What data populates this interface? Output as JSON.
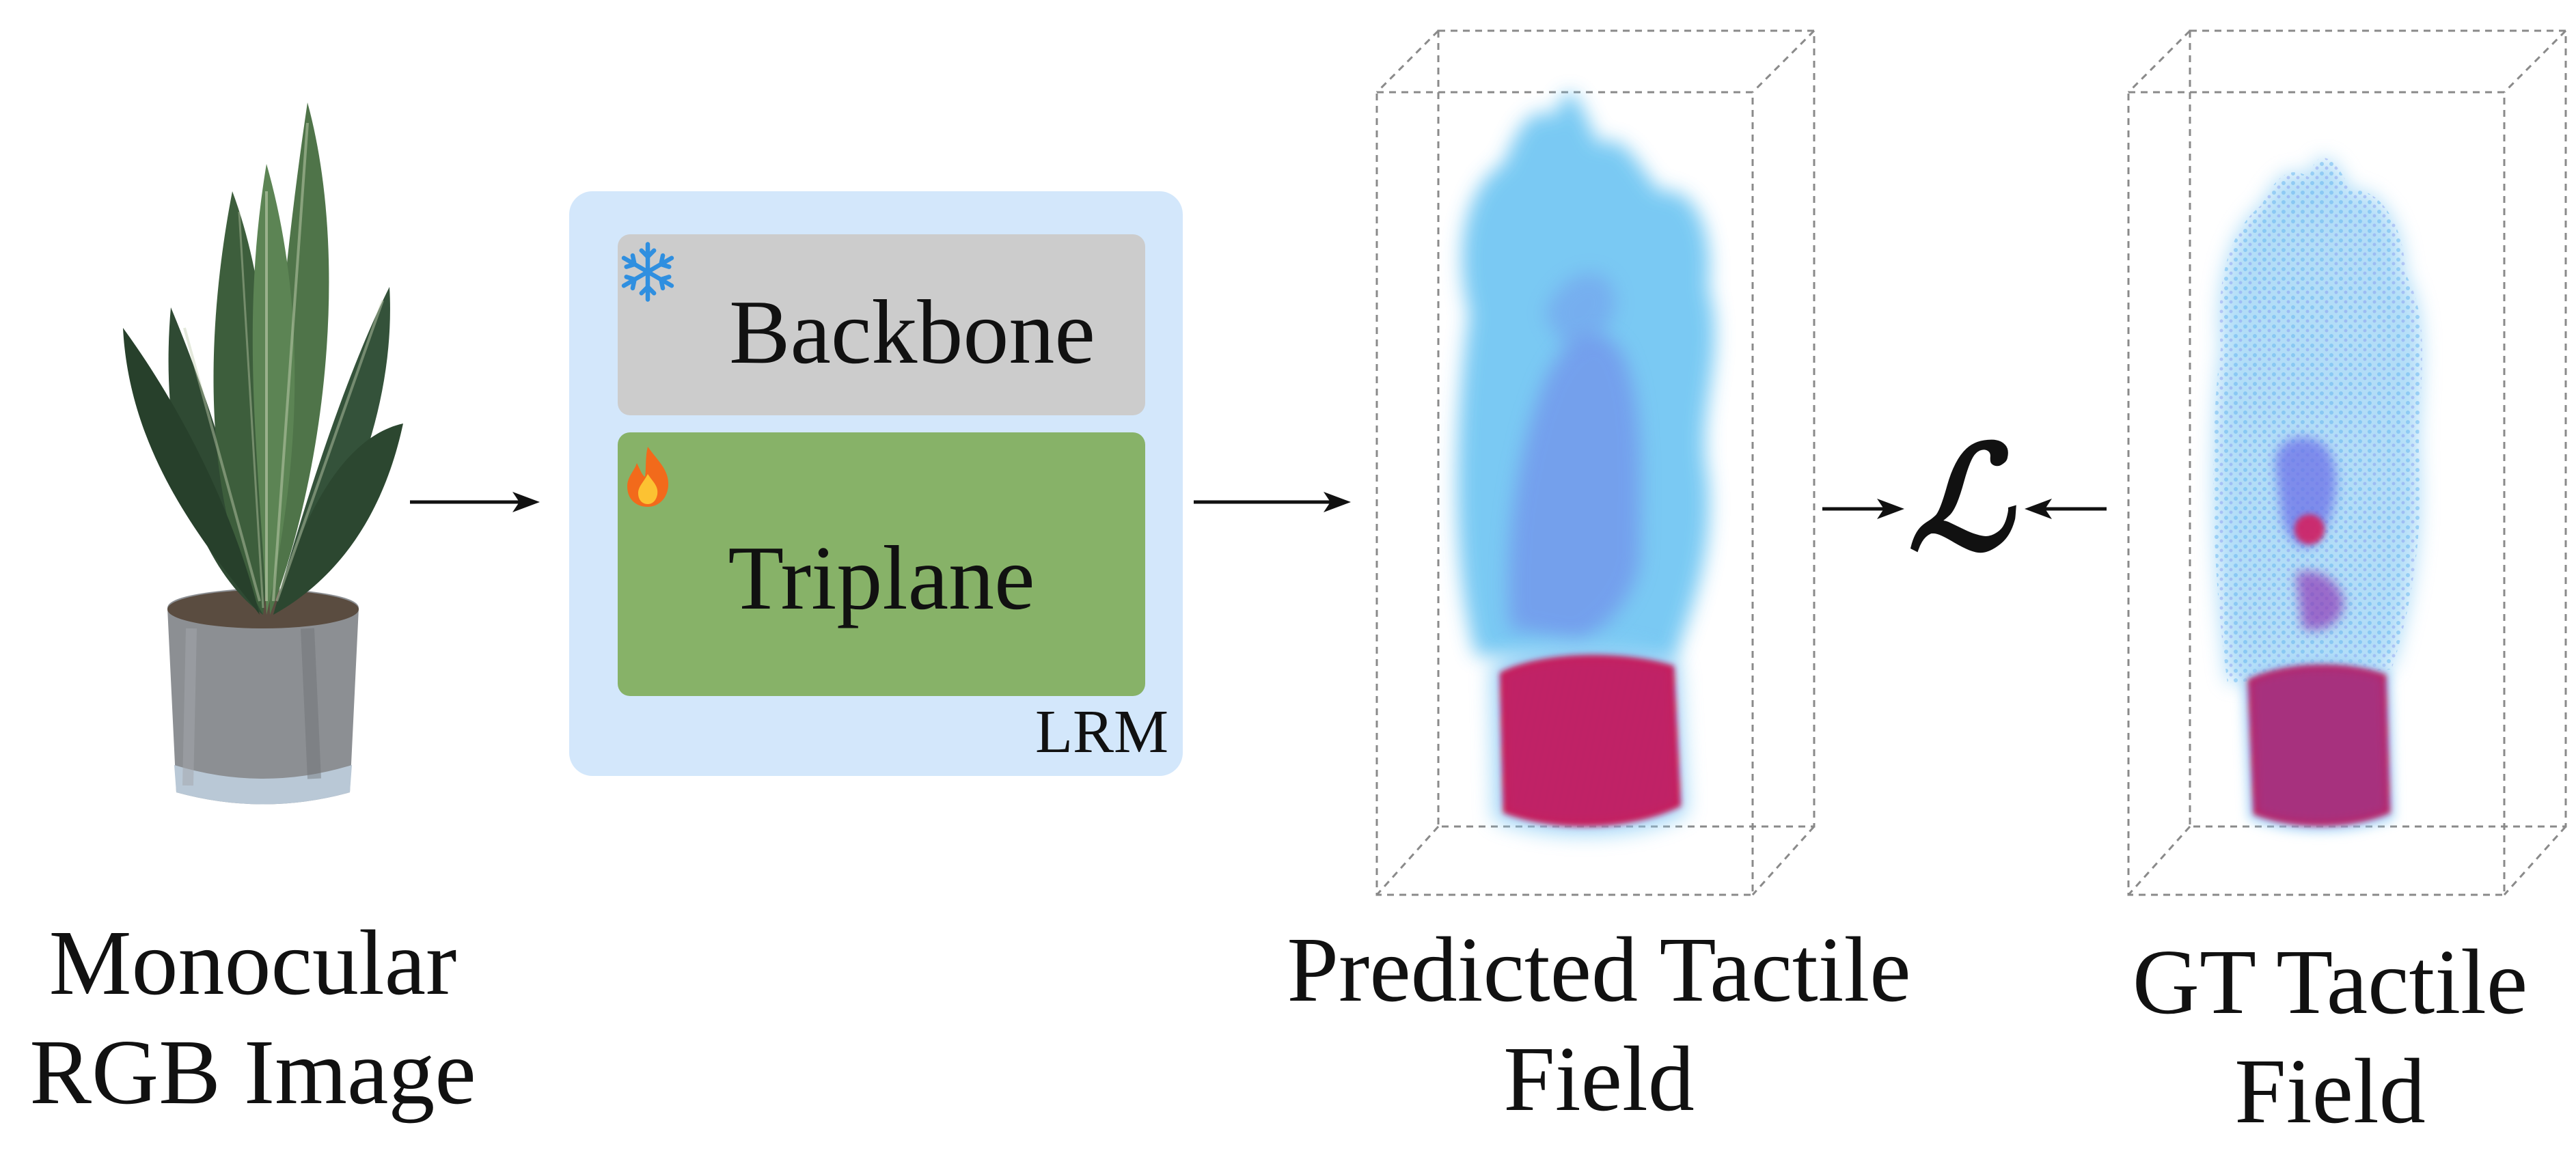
{
  "input": {
    "caption_line1": "Monocular",
    "caption_line2": "RGB Image"
  },
  "lrm": {
    "label": "LRM",
    "backbone_label": "Backbone",
    "backbone_state_icon": "snowflake-icon",
    "triplane_label": "Triplane",
    "triplane_state_icon": "fire-icon",
    "colors": {
      "module_bg": "#d3e7fb",
      "backbone_bg": "#cccccc",
      "triplane_bg": "#87b268"
    }
  },
  "predicted": {
    "caption_line1": "Predicted Tactile",
    "caption_line2": "Field"
  },
  "loss": {
    "symbol": "ℒ"
  },
  "ground_truth": {
    "caption_line1": "GT Tactile",
    "caption_line2": "Field"
  },
  "field_colors": {
    "low": "#6cc4f2",
    "mid": "#6d72e8",
    "high": "#e3122e"
  }
}
